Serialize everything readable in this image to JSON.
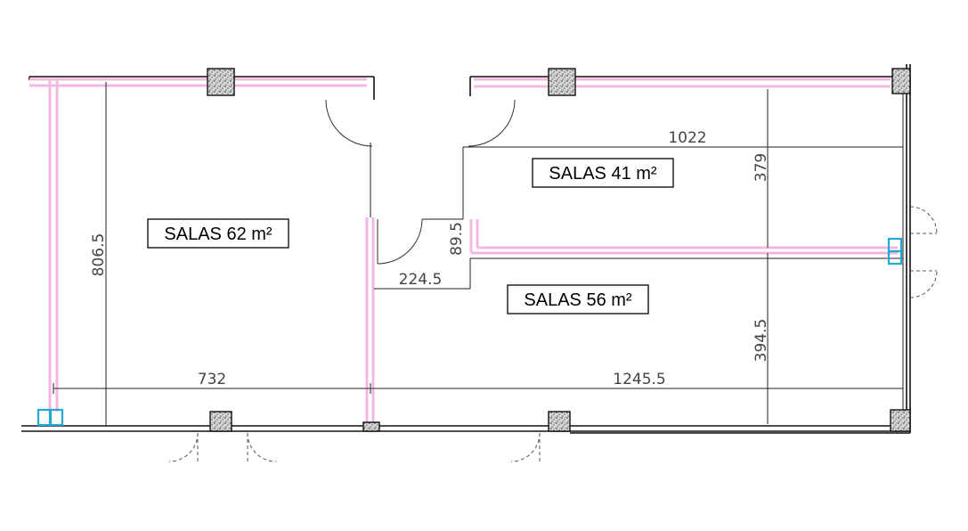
{
  "rooms": [
    {
      "id": "room-62",
      "label": "SALAS 62 m²"
    },
    {
      "id": "room-41",
      "label": "SALAS 41 m²"
    },
    {
      "id": "room-56",
      "label": "SALAS 56 m²"
    }
  ],
  "dimensions": {
    "left_height": "806.5",
    "bottom_left_width": "732",
    "bottom_right_width": "1245.5",
    "top_right_width": "1022",
    "upper_right_height": "379",
    "lower_right_height": "394.5",
    "corridor_width": "224.5",
    "corridor_step": "89.5"
  }
}
